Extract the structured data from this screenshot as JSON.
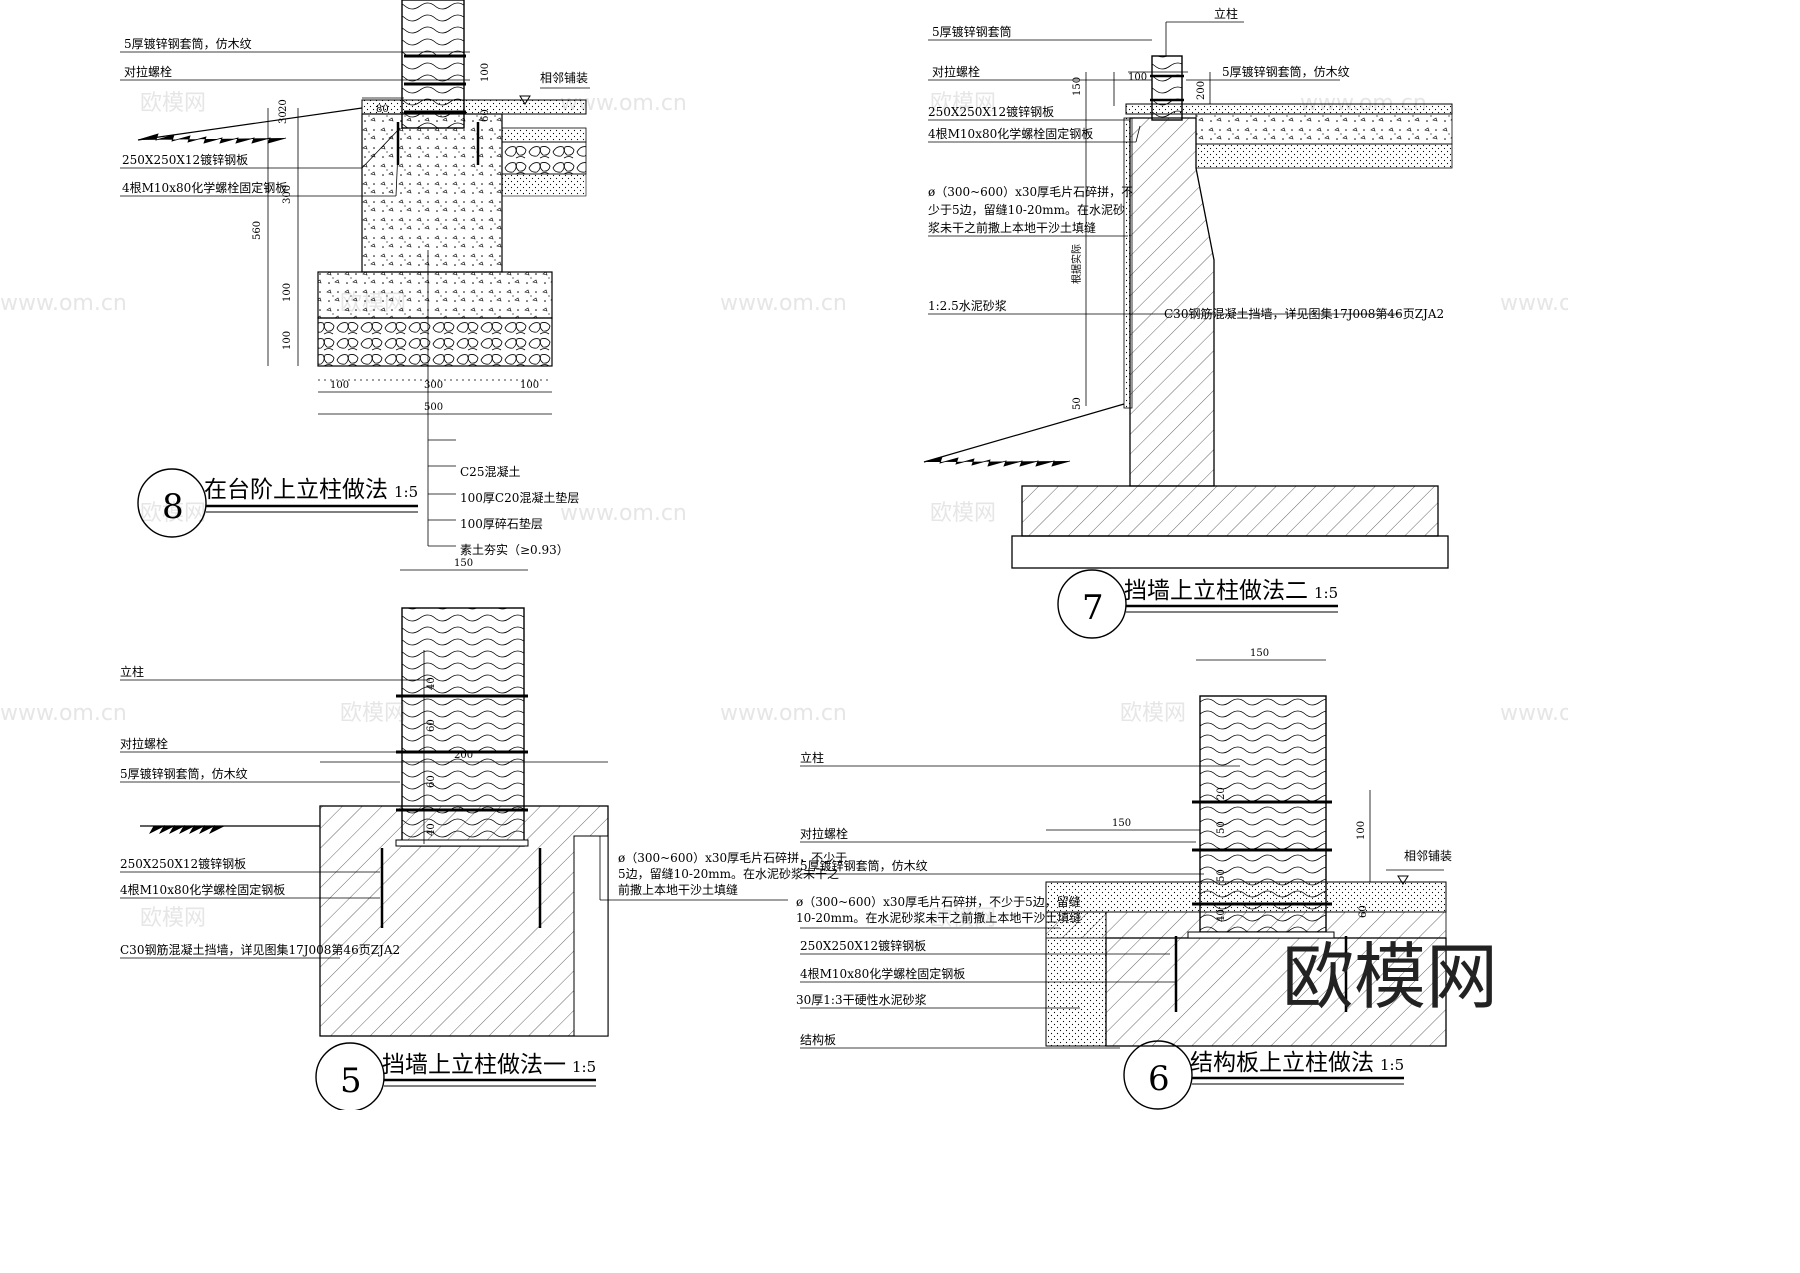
{
  "details": {
    "d8": {
      "number": "8",
      "title": "在台阶上立柱做法",
      "scale": "1:5",
      "labels": {
        "sleeve": "5厚镀锌钢套筒，仿木纹",
        "bolt": "对拉螺栓",
        "paving": "相邻铺装",
        "plate": "250X250X12镀锌钢板",
        "anchors": "4根M10x80化学螺栓固定钢板",
        "c25": "C25混凝土",
        "c20": "100厚C20混凝土垫层",
        "gravel": "100厚碎石垫层",
        "soil": "素土夯实（≥0.93）"
      },
      "dims": {
        "d20": "20",
        "d30": "30",
        "d100a": "100",
        "d60": "60",
        "d80": "80",
        "d300v": "300",
        "d560": "560",
        "d100b": "100",
        "d100c": "100",
        "d100l": "100",
        "d300h": "300",
        "d100r": "100",
        "d500": "500"
      }
    },
    "d7": {
      "number": "7",
      "title": "挡墙上立柱做法二",
      "scale": "1:5",
      "labels": {
        "column": "立柱",
        "sleeve": "5厚镀锌钢套筒",
        "bolt": "对拉螺栓",
        "sleeve2": "5厚镀锌钢套筒，仿木纹",
        "plate": "250X250X12镀锌钢板",
        "anchors": "4根M10x80化学螺栓固定钢板",
        "stone": [
          "ø（300~600）x30厚毛片石碎拼，不",
          "少于5边，留缝10-20mm。在水泥砂",
          "浆未干之前撒上本地干沙土填缝"
        ],
        "mortar": "1:2.5水泥砂浆",
        "wall": "C30钢筋混凝土挡墙，详见图集17J008第46页ZJA2",
        "site": "根据实际"
      },
      "dims": {
        "d150": "150",
        "d100": "100",
        "d200": "200",
        "d50": "50"
      }
    },
    "d5": {
      "number": "5",
      "title": "挡墙上立柱做法一",
      "scale": "1:5",
      "labels": {
        "column": "立柱",
        "bolt": "对拉螺栓",
        "sleeve": "5厚镀锌钢套筒，仿木纹",
        "plate": "250X250X12镀锌钢板",
        "anchors": "4根M10x80化学螺栓固定钢板",
        "wall": "C30钢筋混凝土挡墙，详见图集17J008第46页ZJA2",
        "stone": [
          "ø（300~600）x30厚毛片石碎拼，不少于",
          "5边，留缝10-20mm。在水泥砂浆未干之",
          "前撒上本地干沙土填缝"
        ]
      },
      "dims": {
        "d150": "150",
        "d40a": "40",
        "d60a": "60",
        "d60b": "60",
        "d40b": "40",
        "d200": "200"
      }
    },
    "d6": {
      "number": "6",
      "title": "结构板上立柱做法",
      "scale": "1:5",
      "labels": {
        "column": "立柱",
        "bolt": "对拉螺栓",
        "sleeve": "5厚镀锌钢套筒，仿木纹",
        "stone": [
          "ø（300~600）x30厚毛片石碎拼，不少于5边，留缝",
          "10-20mm。在水泥砂浆未干之前撒上本地干沙土填缝"
        ],
        "plate": "250X250X12镀锌钢板",
        "anchors": "4根M10x80化学螺栓固定钢板",
        "mortar": "30厚1:3干硬性水泥砂浆",
        "slab": "结构板",
        "paving": "相邻铺装"
      },
      "dims": {
        "d150a": "150",
        "d150b": "150",
        "d20": "20",
        "d50a": "50",
        "d50b": "50",
        "d40": "40",
        "d100": "100",
        "d60": "60"
      }
    }
  },
  "watermark": {
    "text": "欧模网",
    "site": "www.om.cn"
  }
}
